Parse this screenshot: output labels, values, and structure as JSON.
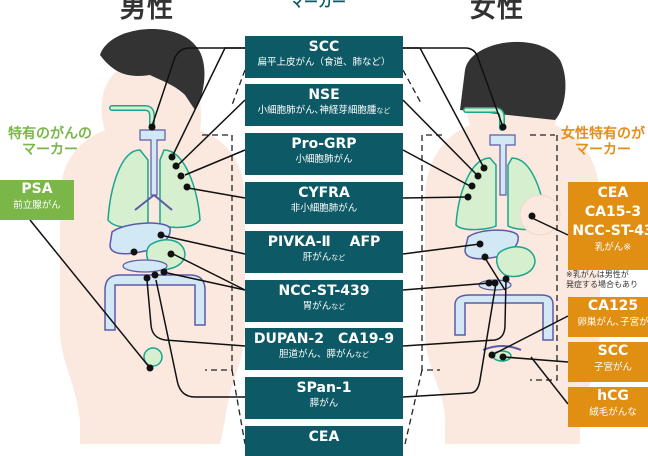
{
  "titles": {
    "male": "男性",
    "female": "女性",
    "center": "マーカー"
  },
  "markers": [
    {
      "name": "SCC",
      "desc": "扁平上皮がん（食道、肺など）"
    },
    {
      "name": "NSE",
      "desc": "小細胞肺がん､神経芽細胞腫",
      "suffix": "など"
    },
    {
      "name": "Pro-GRP",
      "desc": "小細胞肺がん"
    },
    {
      "name": "CYFRA",
      "desc": "非小細胞肺がん"
    },
    {
      "name": "PIVKA-Ⅱ　 AFP",
      "desc": "肝がん",
      "suffix": "など"
    },
    {
      "name": "NCC-ST-439",
      "desc": "胃がん",
      "suffix": "など"
    },
    {
      "name": "DUPAN-2　CA19-9",
      "desc": "胆道がん、膵がん",
      "suffix": "など"
    },
    {
      "name": "SPan-1",
      "desc": "膵がん"
    },
    {
      "name": "CEA",
      "desc": ""
    }
  ],
  "male_specific": {
    "heading_line1": "特有のがんの",
    "heading_line2": "マーカー",
    "items": [
      {
        "name": "PSA",
        "desc": "前立腺がん"
      }
    ]
  },
  "female_specific": {
    "heading_line1": "女性特有のが",
    "heading_line2": "マーカー",
    "items": [
      {
        "name": "CEA\nCA15-3\nNCC-ST-43",
        "name1": "CEA",
        "name2": "CA15-3",
        "name3": "NCC-ST-43",
        "desc": "乳がん※"
      },
      {
        "name": "CA125",
        "desc": "卵巣がん､子宮が"
      },
      {
        "name": "SCC",
        "desc": "子宮がん"
      },
      {
        "name": "hCG",
        "desc": "絨毛がんな"
      }
    ],
    "note_line1": "※乳がんは男性が",
    "note_line2": "発症する場合もあり"
  },
  "colors": {
    "marker_box": "#0d5a66",
    "male_accent": "#7ab648",
    "female_accent": "#e08f12",
    "skin": "#fbe9e0",
    "hair": "#333333",
    "lung": "#d6efcf",
    "organ_blue": "#d3e8f5",
    "organ_outline_blue": "#5c5aa8",
    "organ_outline_teal": "#1aa58f"
  }
}
